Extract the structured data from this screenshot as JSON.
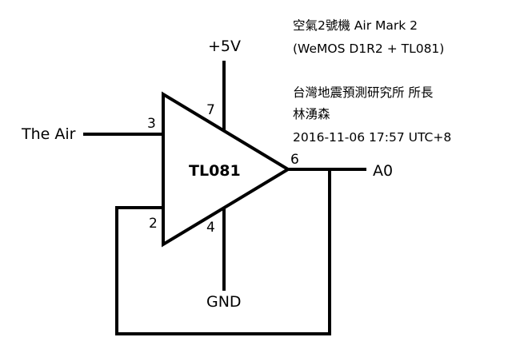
{
  "notes": {
    "line1": "空氣2號機 Air Mark 2",
    "line2": "(WeMOS D1R2 + TL081)",
    "line3": "台灣地震預測研究所 所長",
    "line4": "林湧森",
    "line5": "2016-11-06 17:57 UTC+8"
  },
  "opamp": {
    "name": "TL081"
  },
  "pins": {
    "pin3": "3",
    "pin2": "2",
    "pin7": "7",
    "pin4": "4",
    "pin6": "6"
  },
  "signals": {
    "input": "The Air",
    "supply": "+5V",
    "ground": "GND",
    "output": "A0"
  }
}
